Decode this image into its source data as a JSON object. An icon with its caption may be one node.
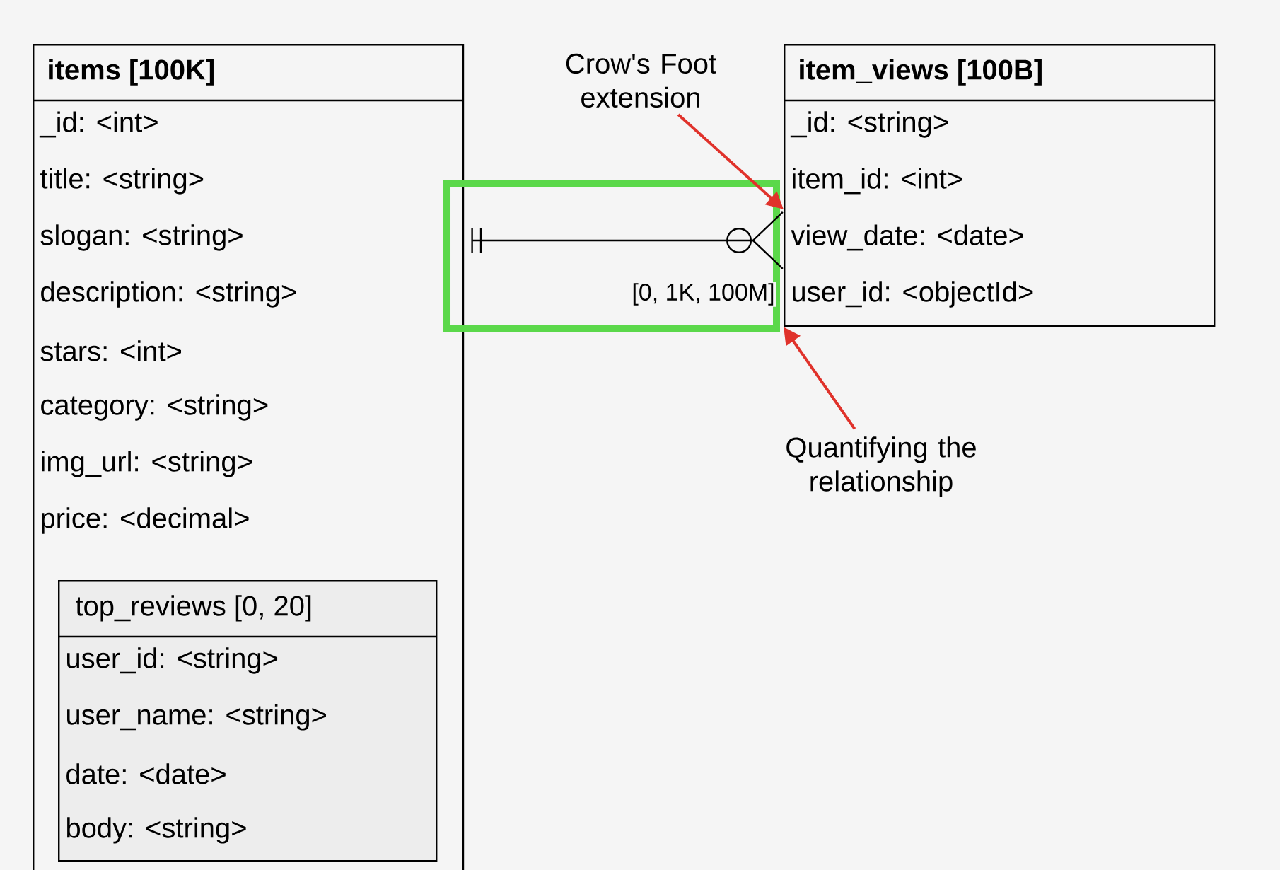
{
  "diagram": {
    "nodes": [
      {
        "text": [
          "items [100K]",
          "_id: <int>",
          "title: <string>",
          "slogan: <string>",
          "description: <string>",
          "stars: <int>",
          "category: <string>",
          "img_url: <string>",
          "price: <decimal>"
        ]
      },
      {
        "text": [
          "top_reviews [0, 20]",
          "user_id: <string>",
          "user_name: <string>",
          "date: <date>",
          "body: <string>"
        ],
        "in": 0
      },
      {
        "text": [
          "item_views [100B]",
          "_id: <string>",
          "item_id: <int>",
          "view_date: <date>",
          "user_id: <objectId>"
        ]
      },
      {
        "text": [
          "Crow's Foot extension"
        ]
      },
      {
        "text": [
          "Quantifying the relationship"
        ]
      }
    ],
    "edges": [
      {
        "from": 0,
        "to": 2,
        "arrow": "other",
        "label": "[0, 1K, 100M]",
        "color": "#000000"
      },
      {
        "from": 3,
        "to": 2,
        "arrow": "to",
        "color": "#e0322b"
      },
      {
        "from": 4,
        "to": 2,
        "arrow": "to",
        "color": "#e0322b"
      }
    ]
  }
}
